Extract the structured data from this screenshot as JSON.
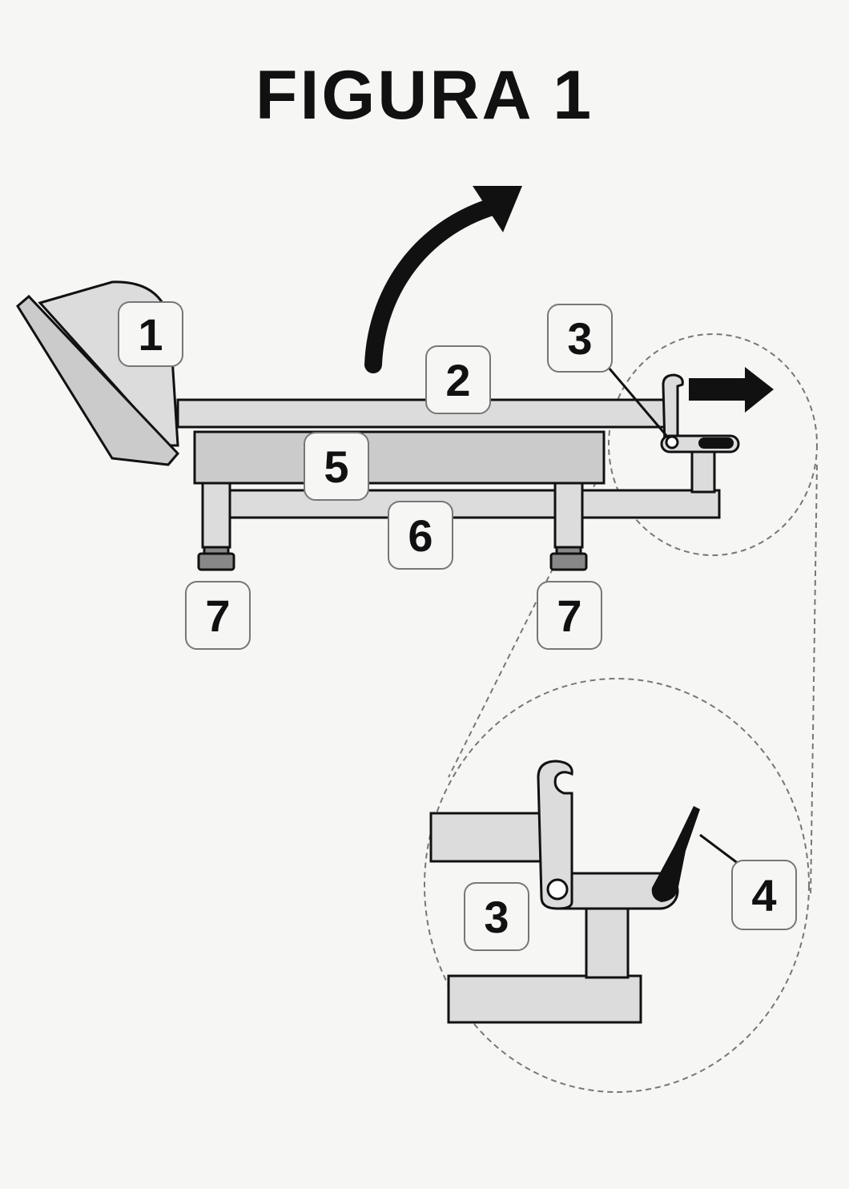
{
  "title": "FIGURA 1",
  "callouts": {
    "c1": "1",
    "c2": "2",
    "c3_main": "3",
    "c5": "5",
    "c6": "6",
    "c7_left": "7",
    "c7_right": "7",
    "c3_detail": "3",
    "c4": "4"
  },
  "colors": {
    "part_fill": "#dcdcdc",
    "body_fill": "#cbcbcb",
    "stroke": "#111111",
    "callout_box": "#f6f6f4",
    "callout_border": "#777777",
    "dash": "#777777"
  }
}
